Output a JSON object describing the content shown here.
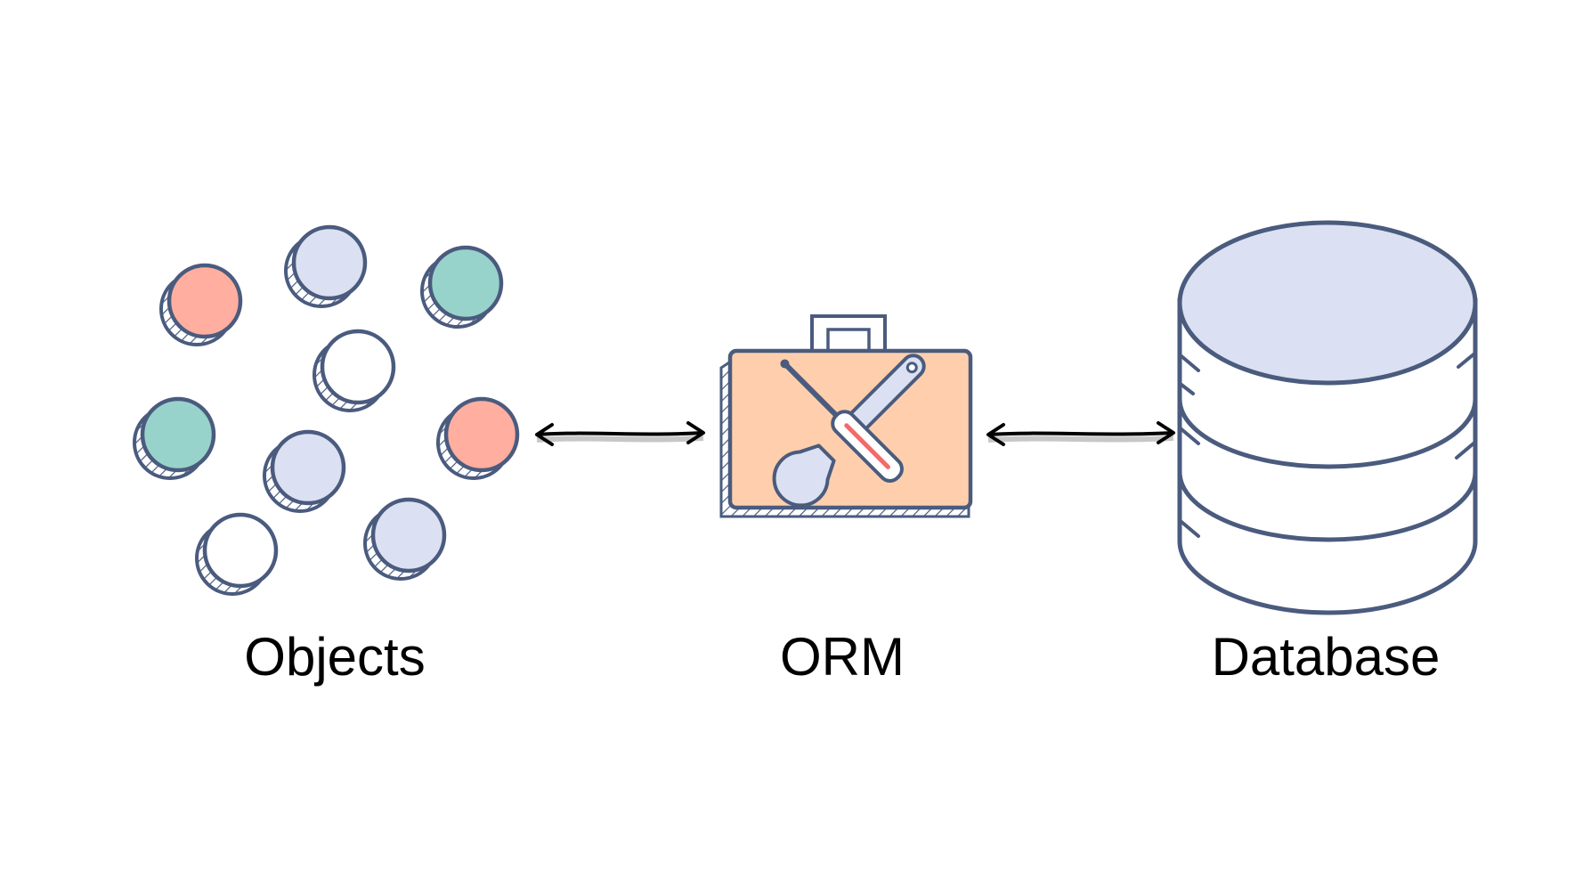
{
  "labels": {
    "objects": "Objects",
    "orm": "ORM",
    "database": "Database"
  },
  "objects": [
    {
      "fill": "coral"
    },
    {
      "fill": "lavender"
    },
    {
      "fill": "teal"
    },
    {
      "fill": "white"
    },
    {
      "fill": "teal"
    },
    {
      "fill": "lavender"
    },
    {
      "fill": "coral"
    },
    {
      "fill": "white"
    },
    {
      "fill": "lavender"
    }
  ],
  "colors": {
    "outline": "#4a5b7e",
    "coral": "#ffaea0",
    "lavender": "#dbe1f2",
    "teal": "#97d3cb",
    "white": "#ffffff",
    "toolbox": "#ffcfad",
    "database": "#dbe1f2",
    "arrow": "#000000",
    "shadow": "#c7c7c7",
    "screwdriver_tip": "#f26b6b"
  },
  "icons": {
    "toolbox": "toolbox-icon",
    "tools": "wrench-screwdriver-icon",
    "database": "database-cylinder-icon"
  }
}
